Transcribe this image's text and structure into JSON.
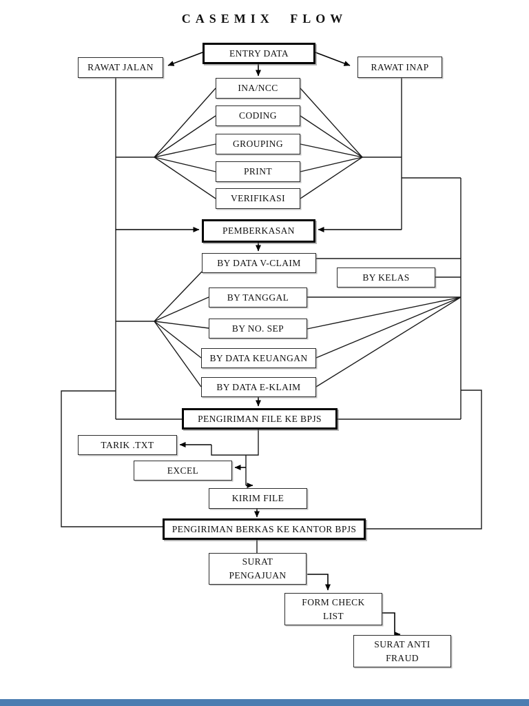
{
  "title": "CASEMIX FLOW",
  "nodes": [
    {
      "id": "entry-data",
      "label": "ENTRY DATA",
      "emphasis": true
    },
    {
      "id": "rawat-jalan",
      "label": "RAWAT JALAN",
      "emphasis": false
    },
    {
      "id": "rawat-inap",
      "label": "RAWAT INAP",
      "emphasis": false
    },
    {
      "id": "ina-ncc",
      "label": "INA/NCC",
      "emphasis": false
    },
    {
      "id": "coding",
      "label": "CODING",
      "emphasis": false
    },
    {
      "id": "grouping",
      "label": "GROUPING",
      "emphasis": false
    },
    {
      "id": "print",
      "label": "PRINT",
      "emphasis": false
    },
    {
      "id": "verifikasi",
      "label": "VERIFIKASI",
      "emphasis": false
    },
    {
      "id": "pemberkasan",
      "label": "PEMBERKASAN",
      "emphasis": true
    },
    {
      "id": "by-data-v-claim",
      "label": "BY DATA V-CLAIM",
      "emphasis": false
    },
    {
      "id": "by-kelas",
      "label": "BY KELAS",
      "emphasis": false
    },
    {
      "id": "by-tanggal",
      "label": "BY TANGGAL",
      "emphasis": false
    },
    {
      "id": "by-no-sep",
      "label": "BY NO. SEP",
      "emphasis": false
    },
    {
      "id": "by-data-keuangan",
      "label": "BY DATA KEUANGAN",
      "emphasis": false
    },
    {
      "id": "by-data-e-klaim",
      "label": "BY DATA E-KLAIM",
      "emphasis": false
    },
    {
      "id": "pengiriman-file-ke-bpjs",
      "label": "PENGIRIMAN FILE KE BPJS",
      "emphasis": true
    },
    {
      "id": "tarik-txt",
      "label": "TARIK .TXT",
      "emphasis": false
    },
    {
      "id": "excel",
      "label": "EXCEL",
      "emphasis": false
    },
    {
      "id": "kirim-file",
      "label": "KIRIM FILE",
      "emphasis": false
    },
    {
      "id": "pengiriman-berkas-ke-kantor-bpjs",
      "label": "PENGIRIMAN BERKAS KE KANTOR BPJS",
      "emphasis": true
    },
    {
      "id": "surat-pengajuan",
      "label": "SURAT\nPENGAJUAN",
      "emphasis": false
    },
    {
      "id": "form-check-list",
      "label": "FORM CHECK\nLIST",
      "emphasis": false
    },
    {
      "id": "surat-anti-fraud",
      "label": "SURAT ANTI\nFRAUD",
      "emphasis": false
    }
  ],
  "colors": {
    "line": "#1a1a1a",
    "box_border": "#2b2b2b",
    "emphasis_border": "#000000",
    "background": "#ffffff",
    "bottom_bar": "#4b7db1"
  }
}
